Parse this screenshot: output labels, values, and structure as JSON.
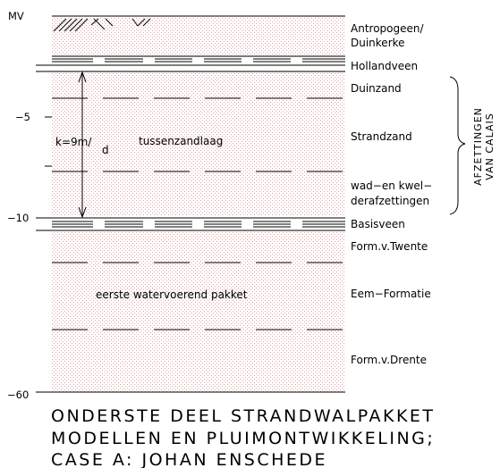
{
  "depth_labels": {
    "mv": "MV",
    "d5": "−5",
    "d10": "−10",
    "d60": "−60"
  },
  "layers": [
    {
      "label": "Antropogeen/",
      "label2": "Duinkerke"
    },
    {
      "label": "Hollandveen"
    },
    {
      "label": "Duinzand"
    },
    {
      "label": "Strandzand"
    },
    {
      "label": "wad−en kwel−",
      "label2": "derafzettingen"
    },
    {
      "label": "Basisveen"
    },
    {
      "label": "Form.v.Twente"
    },
    {
      "label": "Eem−Formatie"
    },
    {
      "label": "Form.v.Drente"
    }
  ],
  "group_label": {
    "line1": "AFZETTINGEN",
    "line2": "VAN CALAIS"
  },
  "annotations": {
    "k_value": "k=9m/",
    "k_unit": "d",
    "tussenzandlaag": "tussenzandlaag",
    "aquifer": "eerste watervoerend pakket"
  },
  "caption": {
    "line1": "ONDERSTE DEEL STRANDWALPAKKET",
    "line2": "MODELLEN EN PLUIMONTWIKKELING;",
    "line3": "CASE A: JOHAN ENSCHEDE"
  },
  "colors": {
    "sand_dots": "#e2a2a2",
    "line": "#000000"
  }
}
